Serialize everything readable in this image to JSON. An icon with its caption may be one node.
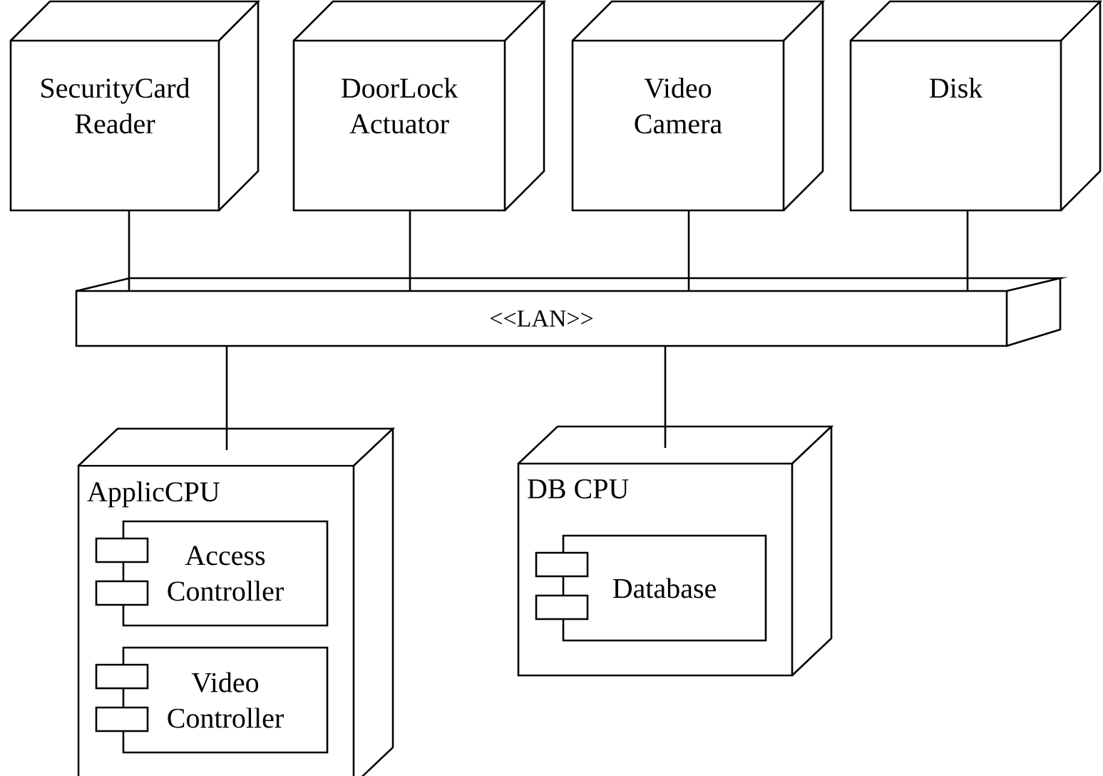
{
  "diagram": {
    "nodes": [
      {
        "text": [
          "SecurityCard Reader"
        ]
      },
      {
        "text": [
          "DoorLock Actuator"
        ]
      },
      {
        "text": [
          "Video Camera"
        ]
      },
      {
        "text": [
          "Disk"
        ]
      },
      {
        "text": [
          "<<LAN>>"
        ]
      },
      {
        "text": [
          "ApplicCPU"
        ]
      },
      {
        "text": [
          "Access Controller"
        ],
        "in": 5
      },
      {
        "text": [
          "Video Controller"
        ],
        "in": 5
      },
      {
        "text": [
          "DB CPU"
        ]
      },
      {
        "text": [
          "Database"
        ],
        "in": 8
      }
    ],
    "edges": [
      {
        "from": 0,
        "to": 4,
        "arrow": "none"
      },
      {
        "from": 1,
        "to": 4,
        "arrow": "none"
      },
      {
        "from": 2,
        "to": 4,
        "arrow": "none"
      },
      {
        "from": 3,
        "to": 4,
        "arrow": "none"
      },
      {
        "from": 4,
        "to": 5,
        "arrow": "none"
      },
      {
        "from": 4,
        "to": 8,
        "arrow": "none"
      }
    ]
  }
}
